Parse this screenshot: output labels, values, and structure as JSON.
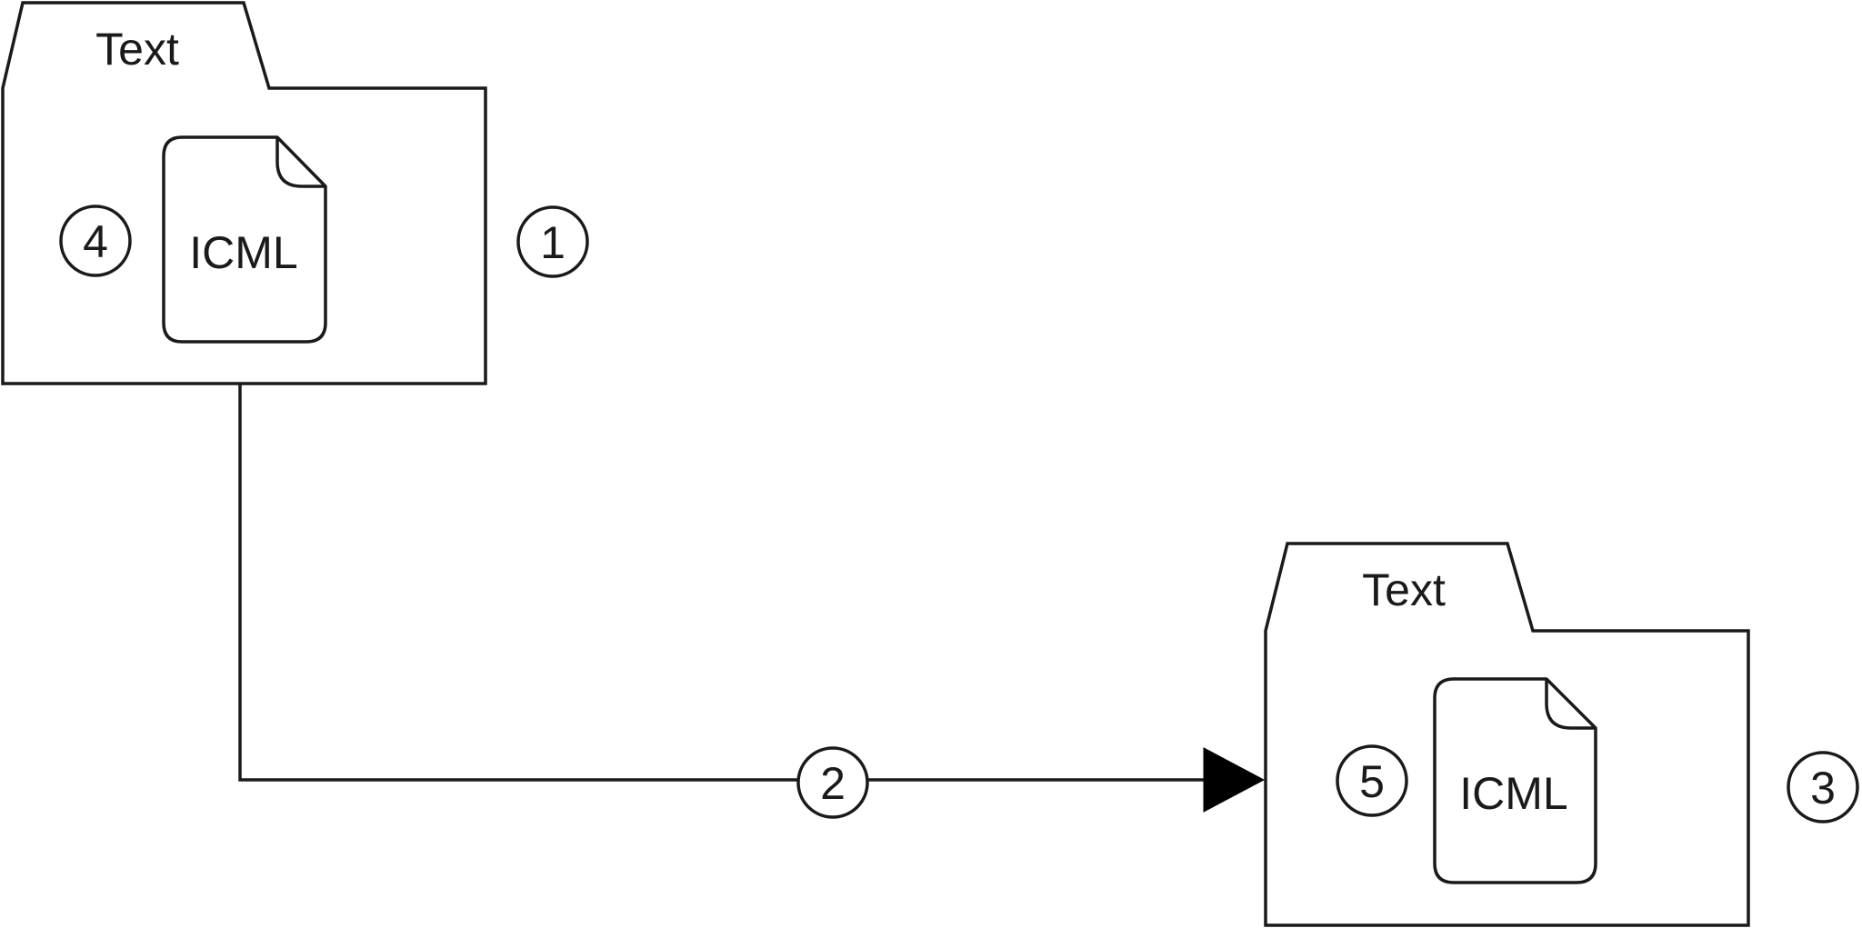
{
  "folders": [
    {
      "title": "Text",
      "file_label": "ICML"
    },
    {
      "title": "Text",
      "file_label": "ICML"
    }
  ],
  "markers": {
    "folder1": "1",
    "connector": "2",
    "folder2": "3",
    "file1": "4",
    "file2": "5"
  },
  "colors": {
    "stroke": "#1a1a1a",
    "background": "#ffffff"
  }
}
